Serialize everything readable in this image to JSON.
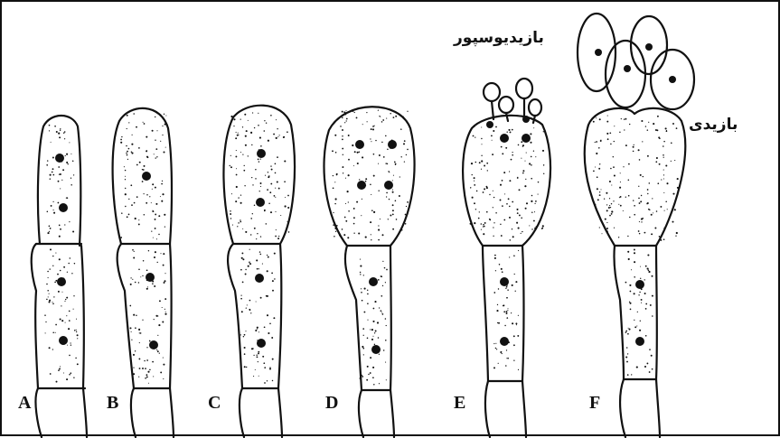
{
  "stages": [
    {
      "label": "A"
    },
    {
      "label": "B"
    },
    {
      "label": "C"
    },
    {
      "label": "D"
    },
    {
      "label": "E"
    },
    {
      "label": "F"
    }
  ],
  "annotations": {
    "basidiospore": "بازیدیوسپور",
    "basidium": "بازیدی"
  },
  "colors": {
    "ink": "#111111",
    "background": "#ffffff"
  }
}
